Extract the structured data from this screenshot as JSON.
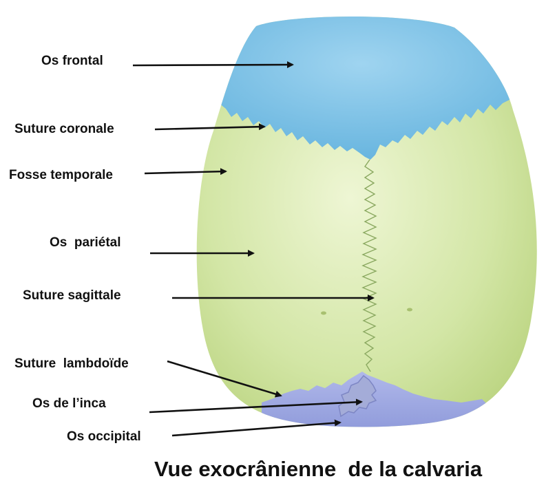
{
  "labels": {
    "frontal": "Os frontal",
    "coronal": "Suture coronale",
    "temporal": "Fosse temporale",
    "parietal": "Os  pariétal",
    "sagittal": "Suture sagittale",
    "lambdoid": "Suture  lambdoïde",
    "inca": "Os de l’inca",
    "occipital": "Os occipital"
  },
  "caption": "Vue exocrânienne  de la calvaria",
  "colors": {
    "frontal_bone": "#7ec4e8",
    "parietal_bone": "#cfe3a0",
    "occipital_bone": "#9aa8e0",
    "arrow": "#111111"
  }
}
